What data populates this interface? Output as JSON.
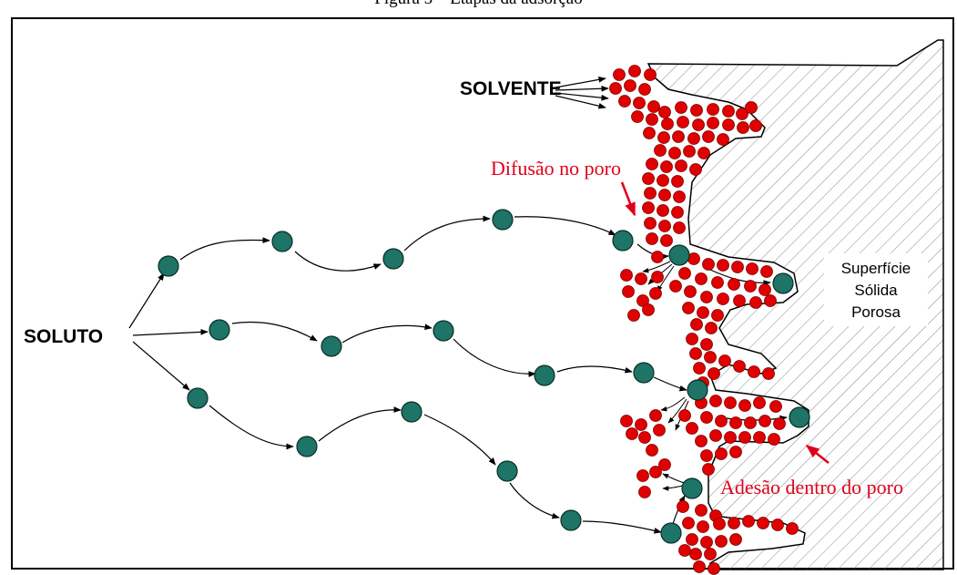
{
  "caption": "Figura 5 – Etapas da adsorção",
  "labels": {
    "solvente": "SOLVENTE",
    "soluto": "SOLUTO",
    "difusao": "Difusão no poro",
    "adesao": "Adesão dentro do poro",
    "superficie": [
      "Superfície",
      "Sólida",
      "Porosa"
    ]
  },
  "colors": {
    "solute_particle": "#1e7466",
    "solvent_particle": "#e00000",
    "annotation": "#e0001a",
    "hatch": "#7a7a7a",
    "outline": "#000000"
  }
}
